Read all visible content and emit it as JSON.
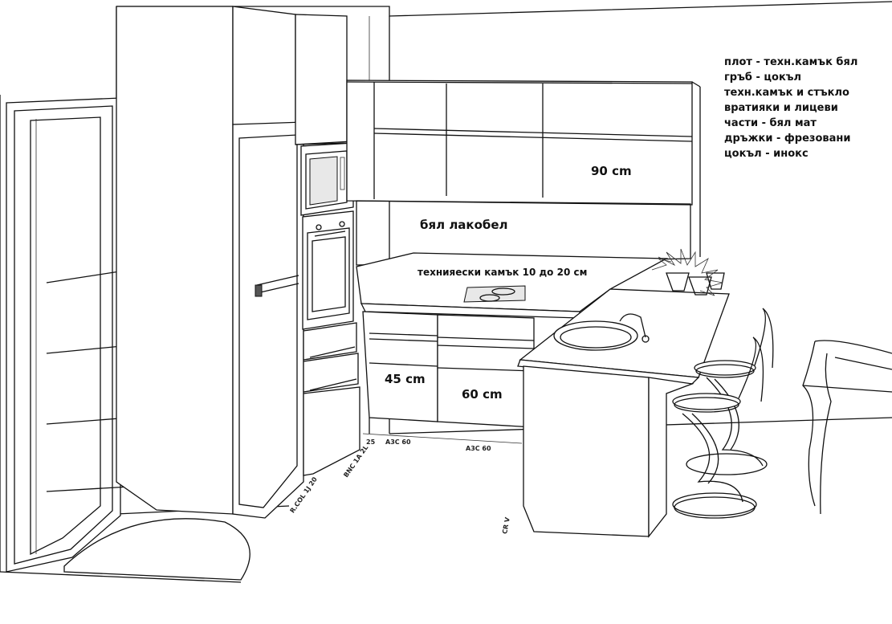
{
  "notes": [
    "плот - техн.камък бял",
    "гръб - цокъл",
    "техн.камък и стъкло",
    "вратияки и лицеви",
    "части - бял мат",
    "дръжки - фрезовани",
    "цокъл - инокс"
  ],
  "labels": {
    "upper_width": "90 cm",
    "backsplash": "бял лакобел",
    "counter_stone": "технияески камък 10 до 20 см",
    "drawer_left": "45 cm",
    "drawer_right": "60 cm"
  },
  "floor_codes": [
    "25",
    "A3C 60",
    "A3C 60",
    "R.COL 1J 20",
    "BNC 1A 2L",
    "CR V"
  ]
}
